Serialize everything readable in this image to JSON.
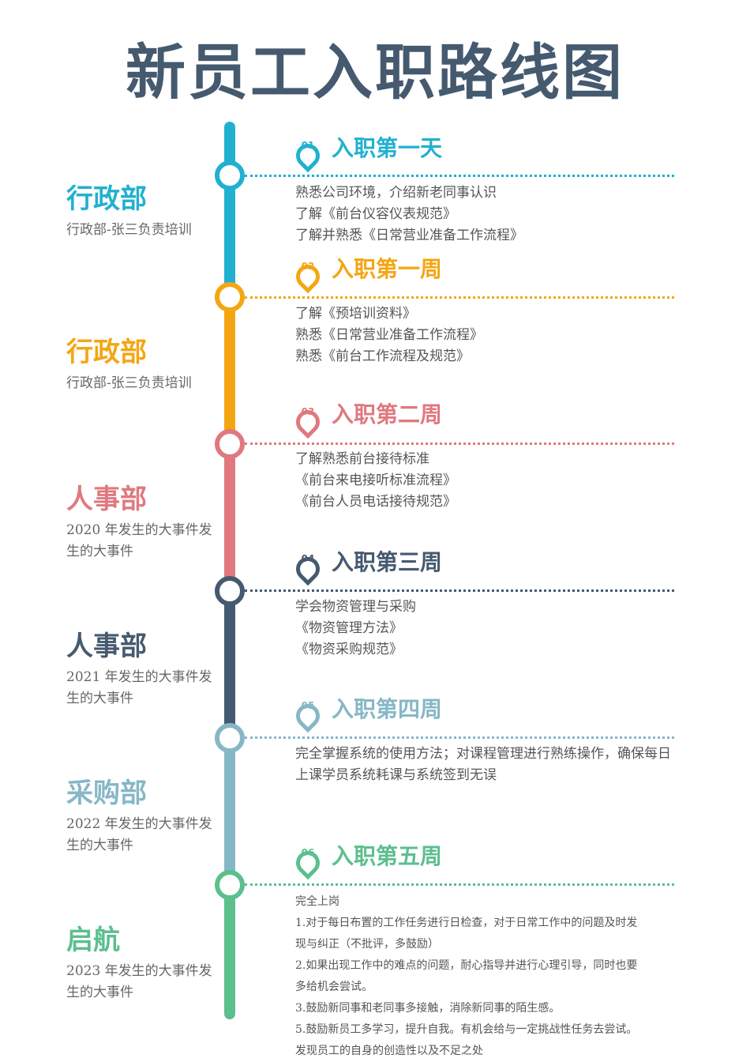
{
  "title": "新员工入职路线图",
  "colors": {
    "blue": "#21b1cf",
    "orange": "#f4a612",
    "pink": "#e0797f",
    "navy": "#455a6f",
    "lightblue": "#86b7c7",
    "green": "#5bbf8e"
  },
  "departments": [
    {
      "name": "行政部",
      "desc": "行政部-张三负责培训"
    },
    {
      "name": "行政部",
      "desc": "行政部-张三负责培训"
    },
    {
      "name": "人事部",
      "desc": "2020 年发生的大事件发生的大事件"
    },
    {
      "name": "人事部",
      "desc": "2021 年发生的大事件发生的大事件"
    },
    {
      "name": "采购部",
      "desc": "2022 年发生的大事件发生的大事件"
    },
    {
      "name": "启航",
      "desc": "2023 年发生的大事件发生的大事件"
    }
  ],
  "steps": [
    {
      "num": "01",
      "title": "入职第一天",
      "items": [
        "熟悉公司环境，介绍新老同事认识",
        "了解《前台仪容仪表规范》",
        "了解并熟悉《日常营业准备工作流程》"
      ]
    },
    {
      "num": "02",
      "title": "入职第一周",
      "items": [
        "了解《预培训资料》",
        "熟悉《日常营业准备工作流程》",
        "熟悉《前台工作流程及规范》"
      ]
    },
    {
      "num": "03",
      "title": "入职第二周",
      "items": [
        "了解熟悉前台接待标准",
        "《前台来电接听标准流程》",
        "《前台人员电话接待规范》"
      ]
    },
    {
      "num": "04",
      "title": "入职第三周",
      "items": [
        "学会物资管理与采购",
        "《物资管理方法》",
        "《物资采购规范》"
      ]
    },
    {
      "num": "05",
      "title": "入职第四周",
      "text": "完全掌握系统的使用方法；对课程管理进行熟练操作，确保每日上课学员系统耗课与系统签到无误"
    },
    {
      "num": "06",
      "title": "入职第五周",
      "items": [
        "完全上岗",
        "1.对于每日布置的工作任务进行日检查，对于日常工作中的问题及时发",
        "现与纠正（不批评，多鼓励）",
        "2.如果出现工作中的难点的问题，耐心指导并进行心理引导，同时也要",
        "多给机会尝试。",
        "3.鼓励新同事和老同事多接触，消除新同事的陌生感。",
        "5.鼓励新员工多学习，提升自我。有机会给与一定挑战性任务去尝试。",
        "发现员工的自身的创造性以及不足之处"
      ]
    }
  ]
}
